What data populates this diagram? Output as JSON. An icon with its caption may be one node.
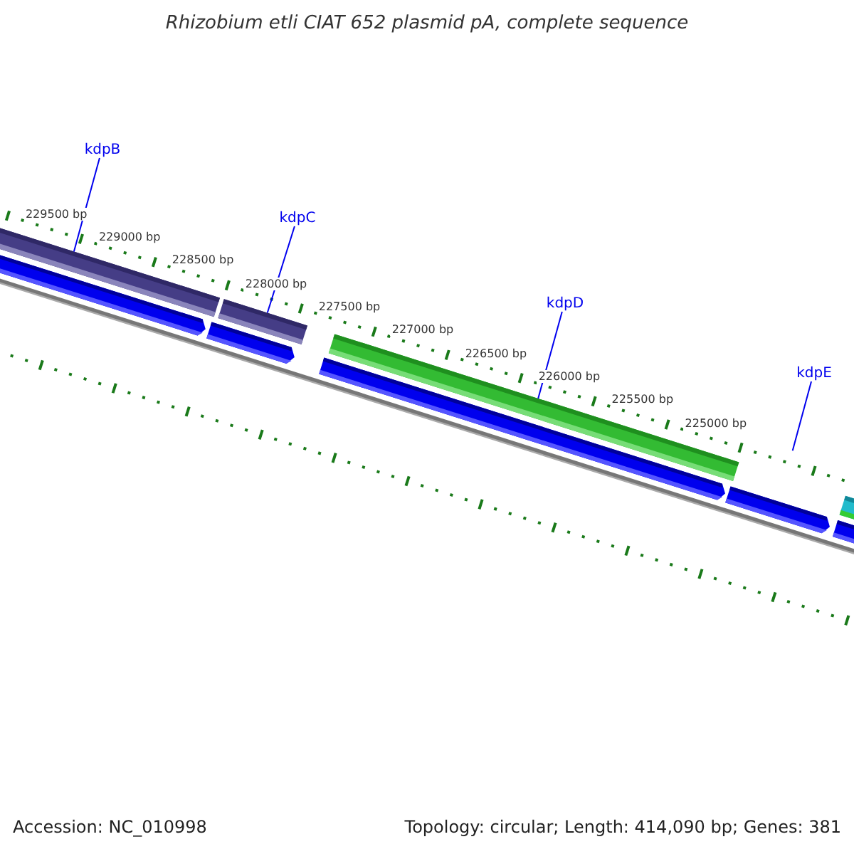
{
  "diagram": {
    "title": "Rhizobium etli CIAT 652 plasmid pA, complete sequence",
    "nodes": [
      {
        "text": [
          "kdpB"
        ]
      },
      {
        "text": [
          "kdpC"
        ]
      },
      {
        "text": [
          "kdpD"
        ]
      },
      {
        "text": [
          "kdpE"
        ]
      },
      {
        "text": [],
        "shape": "bar"
      },
      {
        "text": [],
        "shape": "bar"
      },
      {
        "text": [],
        "shape": "bar"
      },
      {
        "text": [],
        "shape": "bar"
      },
      {
        "text": [],
        "shape": "bar"
      },
      {
        "text": [],
        "shape": "bar"
      },
      {
        "text": [],
        "shape": "bar"
      },
      {
        "text": [],
        "shape": "bar"
      },
      {
        "text": [],
        "shape": "bar"
      }
    ],
    "edges": [
      {
        "from": 0,
        "to": 4,
        "arrow": "none"
      },
      {
        "from": 1,
        "to": 5,
        "arrow": "none"
      },
      {
        "from": 2,
        "to": 6,
        "arrow": "none"
      },
      {
        "from": 3,
        "to": null,
        "arrow": "none"
      }
    ],
    "labels": [
      "229500 bp",
      "229000 bp",
      "228500 bp",
      "228000 bp",
      "227500 bp",
      "227000 bp",
      "226500 bp",
      "226000 bp",
      "225500 bp",
      "225000 bp",
      "Accession: NC_010998",
      "Topology: circular; Length: 414,090 bp; Genes: 381"
    ]
  }
}
